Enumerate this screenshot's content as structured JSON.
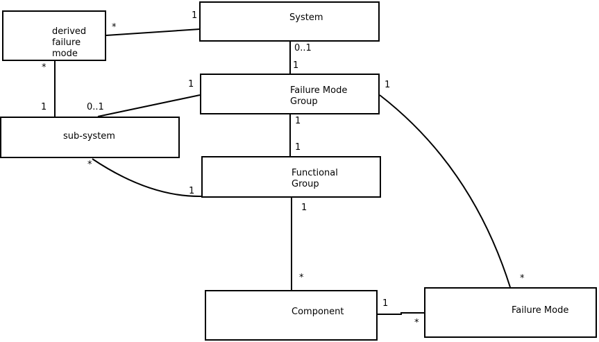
{
  "diagram": {
    "type": "uml-class-association-diagram",
    "colors": {
      "background": "#ffffff",
      "node_fill": "#ffffff",
      "node_border": "#000000",
      "line": "#000000",
      "text": "#000000"
    },
    "nodes": [
      {
        "id": "derived-failure-mode",
        "lines": [
          "derived",
          "failure",
          "mode"
        ]
      },
      {
        "id": "system",
        "lines": [
          "System"
        ]
      },
      {
        "id": "failure-mode-group",
        "lines": [
          "Failure Mode",
          "Group"
        ]
      },
      {
        "id": "sub-system",
        "lines": [
          "sub-system"
        ]
      },
      {
        "id": "functional-group",
        "lines": [
          "Functional",
          "Group"
        ]
      },
      {
        "id": "component",
        "lines": [
          "Component"
        ]
      },
      {
        "id": "failure-mode",
        "lines": [
          "Failure Mode"
        ]
      }
    ],
    "edges": [
      {
        "from": "derived-failure-mode",
        "from_label": "*",
        "to": "system",
        "to_label": "1"
      },
      {
        "from": "derived-failure-mode",
        "from_label": "*",
        "to": "sub-system",
        "to_label": "1"
      },
      {
        "from": "sub-system",
        "from_label": "0..1",
        "to": "failure-mode-group",
        "to_label": "1"
      },
      {
        "from": "system",
        "from_label": "0..1",
        "to": "failure-mode-group",
        "to_label": "1"
      },
      {
        "from": "failure-mode-group",
        "from_label": "1",
        "to": "functional-group",
        "to_label": "1"
      },
      {
        "from": "sub-system",
        "from_label": "*",
        "to": "functional-group",
        "to_label": "1"
      },
      {
        "from": "functional-group",
        "from_label": "1",
        "to": "component",
        "to_label": "*"
      },
      {
        "from": "component",
        "from_label": "1",
        "to": "failure-mode",
        "to_label": "*"
      },
      {
        "from": "failure-mode-group",
        "from_label": "1",
        "to": "failure-mode",
        "to_label": "*"
      }
    ]
  }
}
